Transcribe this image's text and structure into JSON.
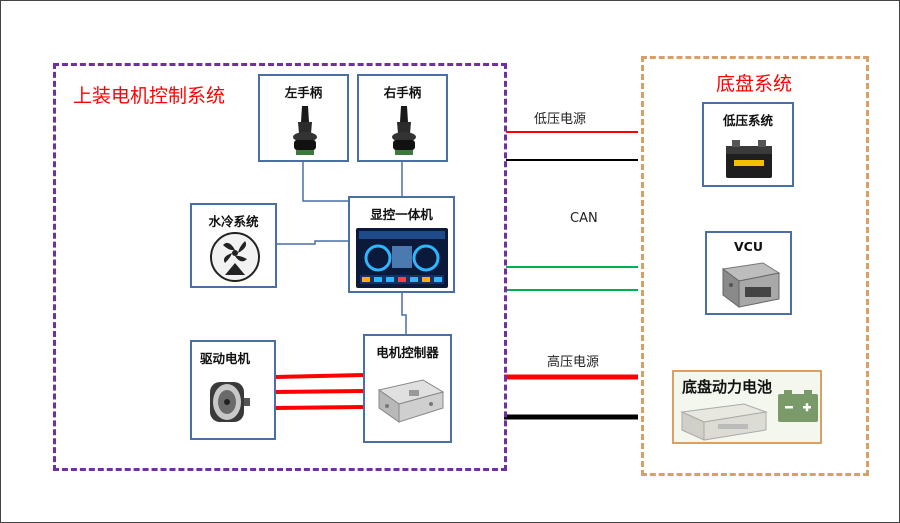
{
  "groups": {
    "upper": {
      "title": "上装电机控制系统"
    },
    "chassis": {
      "title": "底盘系统"
    }
  },
  "nodes": {
    "left_handle": {
      "title": "左手柄"
    },
    "right_handle": {
      "title": "右手柄"
    },
    "water_cooling": {
      "title": "水冷系统"
    },
    "display_unit": {
      "title": "显控一体机"
    },
    "drive_motor": {
      "title": "驱动电机"
    },
    "motor_controller": {
      "title": "电机控制器"
    },
    "low_voltage_system": {
      "title": "低压系统"
    },
    "vcu": {
      "title": "VCU"
    },
    "chassis_battery": {
      "title": "底盘动力电池"
    }
  },
  "links": {
    "low_voltage_power": "低压电源",
    "can": "CAN",
    "high_voltage_power": "高压电源"
  },
  "colors": {
    "upper_border": "#7030a0",
    "chassis_border": "#d9a066",
    "group_title": "#ff0000",
    "node_border": "#4a6fa5",
    "wire_red": "#ff0000",
    "wire_black": "#000000",
    "wire_green": "#00b050",
    "connector": "#4a6fa5"
  }
}
